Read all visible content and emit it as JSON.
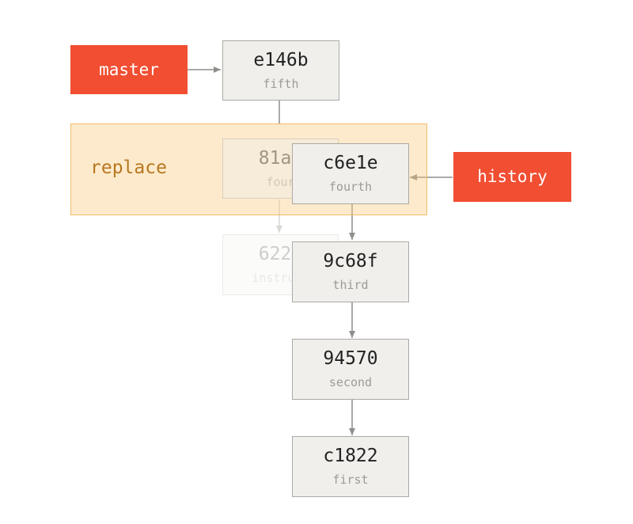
{
  "labels": {
    "replace": "replace"
  },
  "refs": {
    "master": "master",
    "history": "history"
  },
  "commits": {
    "e146b": {
      "sha": "e146b",
      "message": "fifth"
    },
    "81a70": {
      "sha": "81a7",
      "message": "four"
    },
    "622e": {
      "sha": "622e",
      "message": "instruct"
    },
    "c6e1e": {
      "sha": "c6e1e",
      "message": "fourth"
    },
    "9c68f": {
      "sha": "9c68f",
      "message": "third"
    },
    "94570": {
      "sha": "94570",
      "message": "second"
    },
    "c1822": {
      "sha": "c1822",
      "message": "first"
    }
  },
  "colors": {
    "ref_fill": "#f14e32",
    "commit_fill": "#f0efeb",
    "commit_border": "#a9a9a5",
    "replace_fill": "#fbe3bd",
    "replace_border": "#f1bd6b",
    "replace_text": "#b7771f",
    "arrow": "#8e8e8a"
  }
}
